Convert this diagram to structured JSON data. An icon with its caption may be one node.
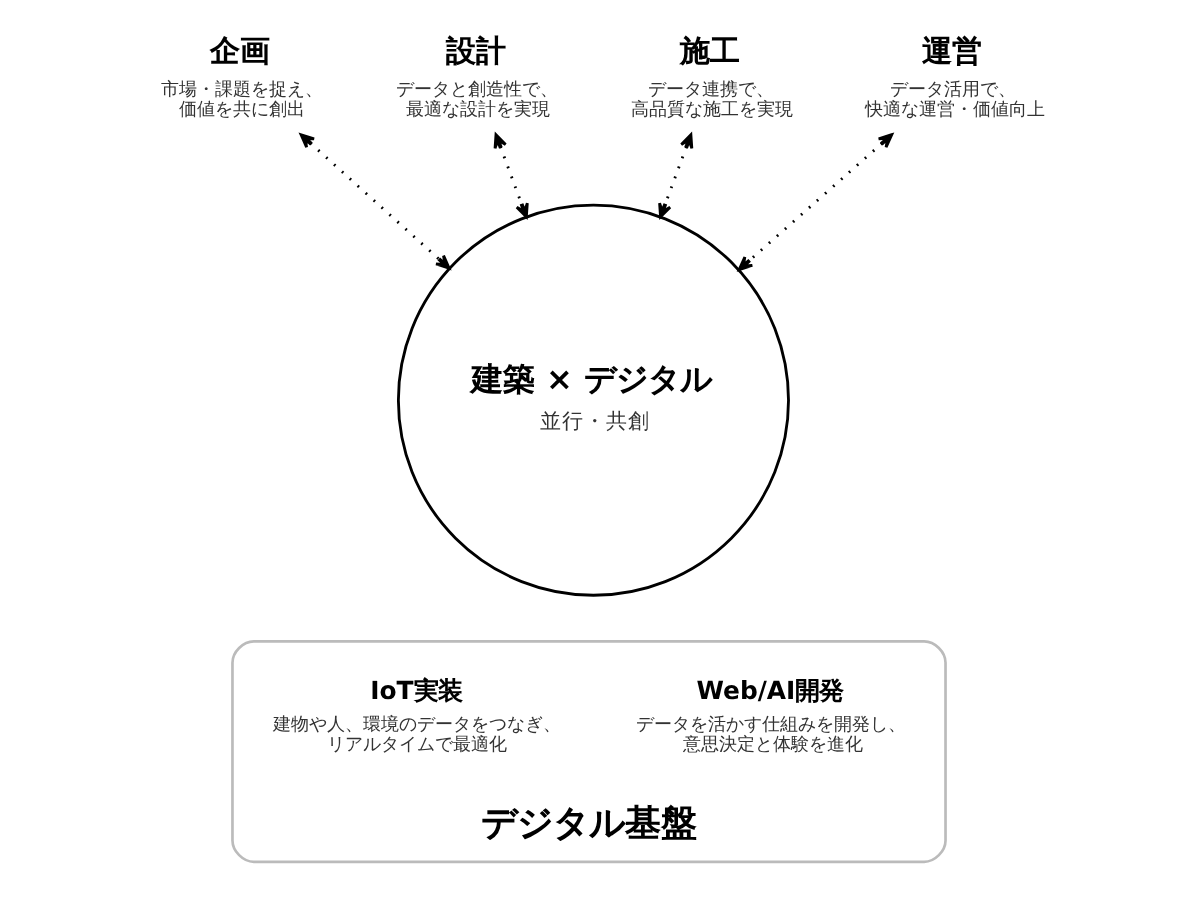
{
  "diagram": {
    "nodes": [
      {
        "text": [
          "企画",
          "市場・課題を捉え、価値を共に創出"
        ]
      },
      {
        "text": [
          "設計",
          "データと創造性で、最適な設計を実現"
        ]
      },
      {
        "text": [
          "施工",
          "データ連携で、高品質な施工を実現"
        ]
      },
      {
        "text": [
          "運営",
          "データ活用で、快適な運営・価値向上"
        ]
      },
      {
        "text": [
          "建築 × デジタル",
          "並行・共創"
        ]
      },
      {
        "text": [
          "デジタル基盤"
        ]
      },
      {
        "text": [
          "IoT実装",
          "建物や人、環境のデータをつなぎ、リアルタイムで最適化"
        ],
        "in": 5
      },
      {
        "text": [
          "Web/AI開発",
          "データを活かす仕組みを開発し、意思決定と体験を進化"
        ],
        "in": 5
      }
    ],
    "edges": [
      {
        "from": 0,
        "to": 4,
        "arrow": "both",
        "style": "dashed"
      },
      {
        "from": 1,
        "to": 4,
        "arrow": "both",
        "style": "dashed"
      },
      {
        "from": 2,
        "to": 4,
        "arrow": "both",
        "style": "dashed"
      },
      {
        "from": 3,
        "to": 4,
        "arrow": "both",
        "style": "dashed"
      }
    ]
  }
}
